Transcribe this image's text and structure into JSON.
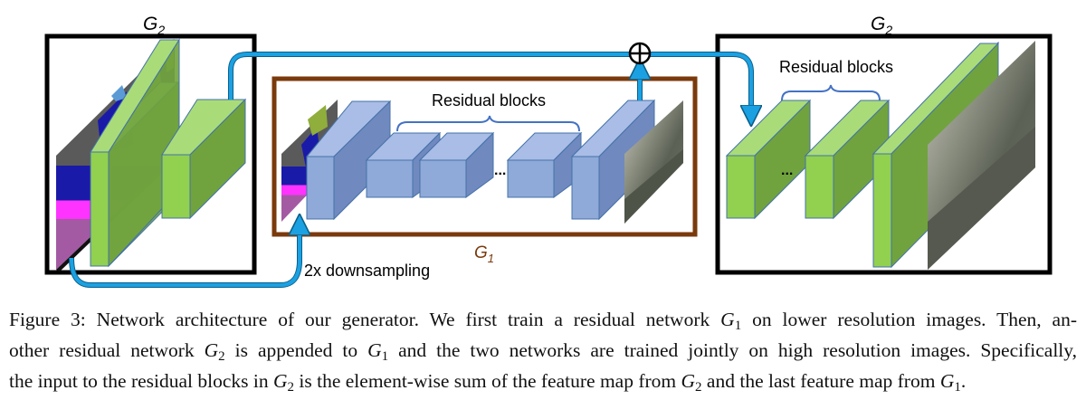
{
  "figure": {
    "labels": {
      "g2_left": {
        "main": "G",
        "sub": "2"
      },
      "g2_right": {
        "main": "G",
        "sub": "2"
      },
      "g1": {
        "main": "G",
        "sub": "1"
      },
      "residual_blocks_g1": "Residual blocks",
      "residual_blocks_g2": "Residual blocks",
      "downsampling": "2x downsampling",
      "ellipsis_g1": "...",
      "ellipsis_g2": "...",
      "sum_symbol": "⊕"
    },
    "colors": {
      "g1_box": "#7a3a0c",
      "g2_box": "#000000",
      "g1_block_front": "#8fa9d9",
      "g1_block_top": "#a9bde6",
      "g1_block_side": "#7089bf",
      "g2_block_front": "#92d050",
      "g2_block_top": "#a9dc78",
      "g2_block_side": "#70a33e",
      "arrow": "#1ba1e2",
      "label_g1": "#7a3a0c"
    },
    "components": {
      "g2_front_end": [
        "input-label-map",
        "conv-block-large",
        "conv-block-small"
      ],
      "g1": [
        "input-label-map-downsampled",
        "conv-block-large",
        "residual-block",
        "residual-block",
        "residual-block",
        "conv-block-large",
        "output-image-low-res"
      ],
      "g2_back_end": [
        "residual-block",
        "residual-block",
        "conv-block-large",
        "output-image-high-res"
      ]
    }
  },
  "caption": {
    "lines": [
      [
        {
          "t": "Figure 3: Network architecture of our generator. We first train a residual network "
        },
        {
          "m": "G",
          "s": "1"
        },
        {
          "t": " on lower resolution images. Then, an-"
        }
      ],
      [
        {
          "t": "other residual network "
        },
        {
          "m": "G",
          "s": "2"
        },
        {
          "t": " is appended to "
        },
        {
          "m": "G",
          "s": "1"
        },
        {
          "t": " and the two networks are trained jointly on high resolution images. Specifically,"
        }
      ],
      [
        {
          "t": "the input to the residual blocks in "
        },
        {
          "m": "G",
          "s": "2"
        },
        {
          "t": " is the element-wise sum of the feature map from "
        },
        {
          "m": "G",
          "s": "2"
        },
        {
          "t": " and the last feature map from "
        },
        {
          "m": "G",
          "s": "1"
        },
        {
          "t": "."
        }
      ]
    ]
  }
}
